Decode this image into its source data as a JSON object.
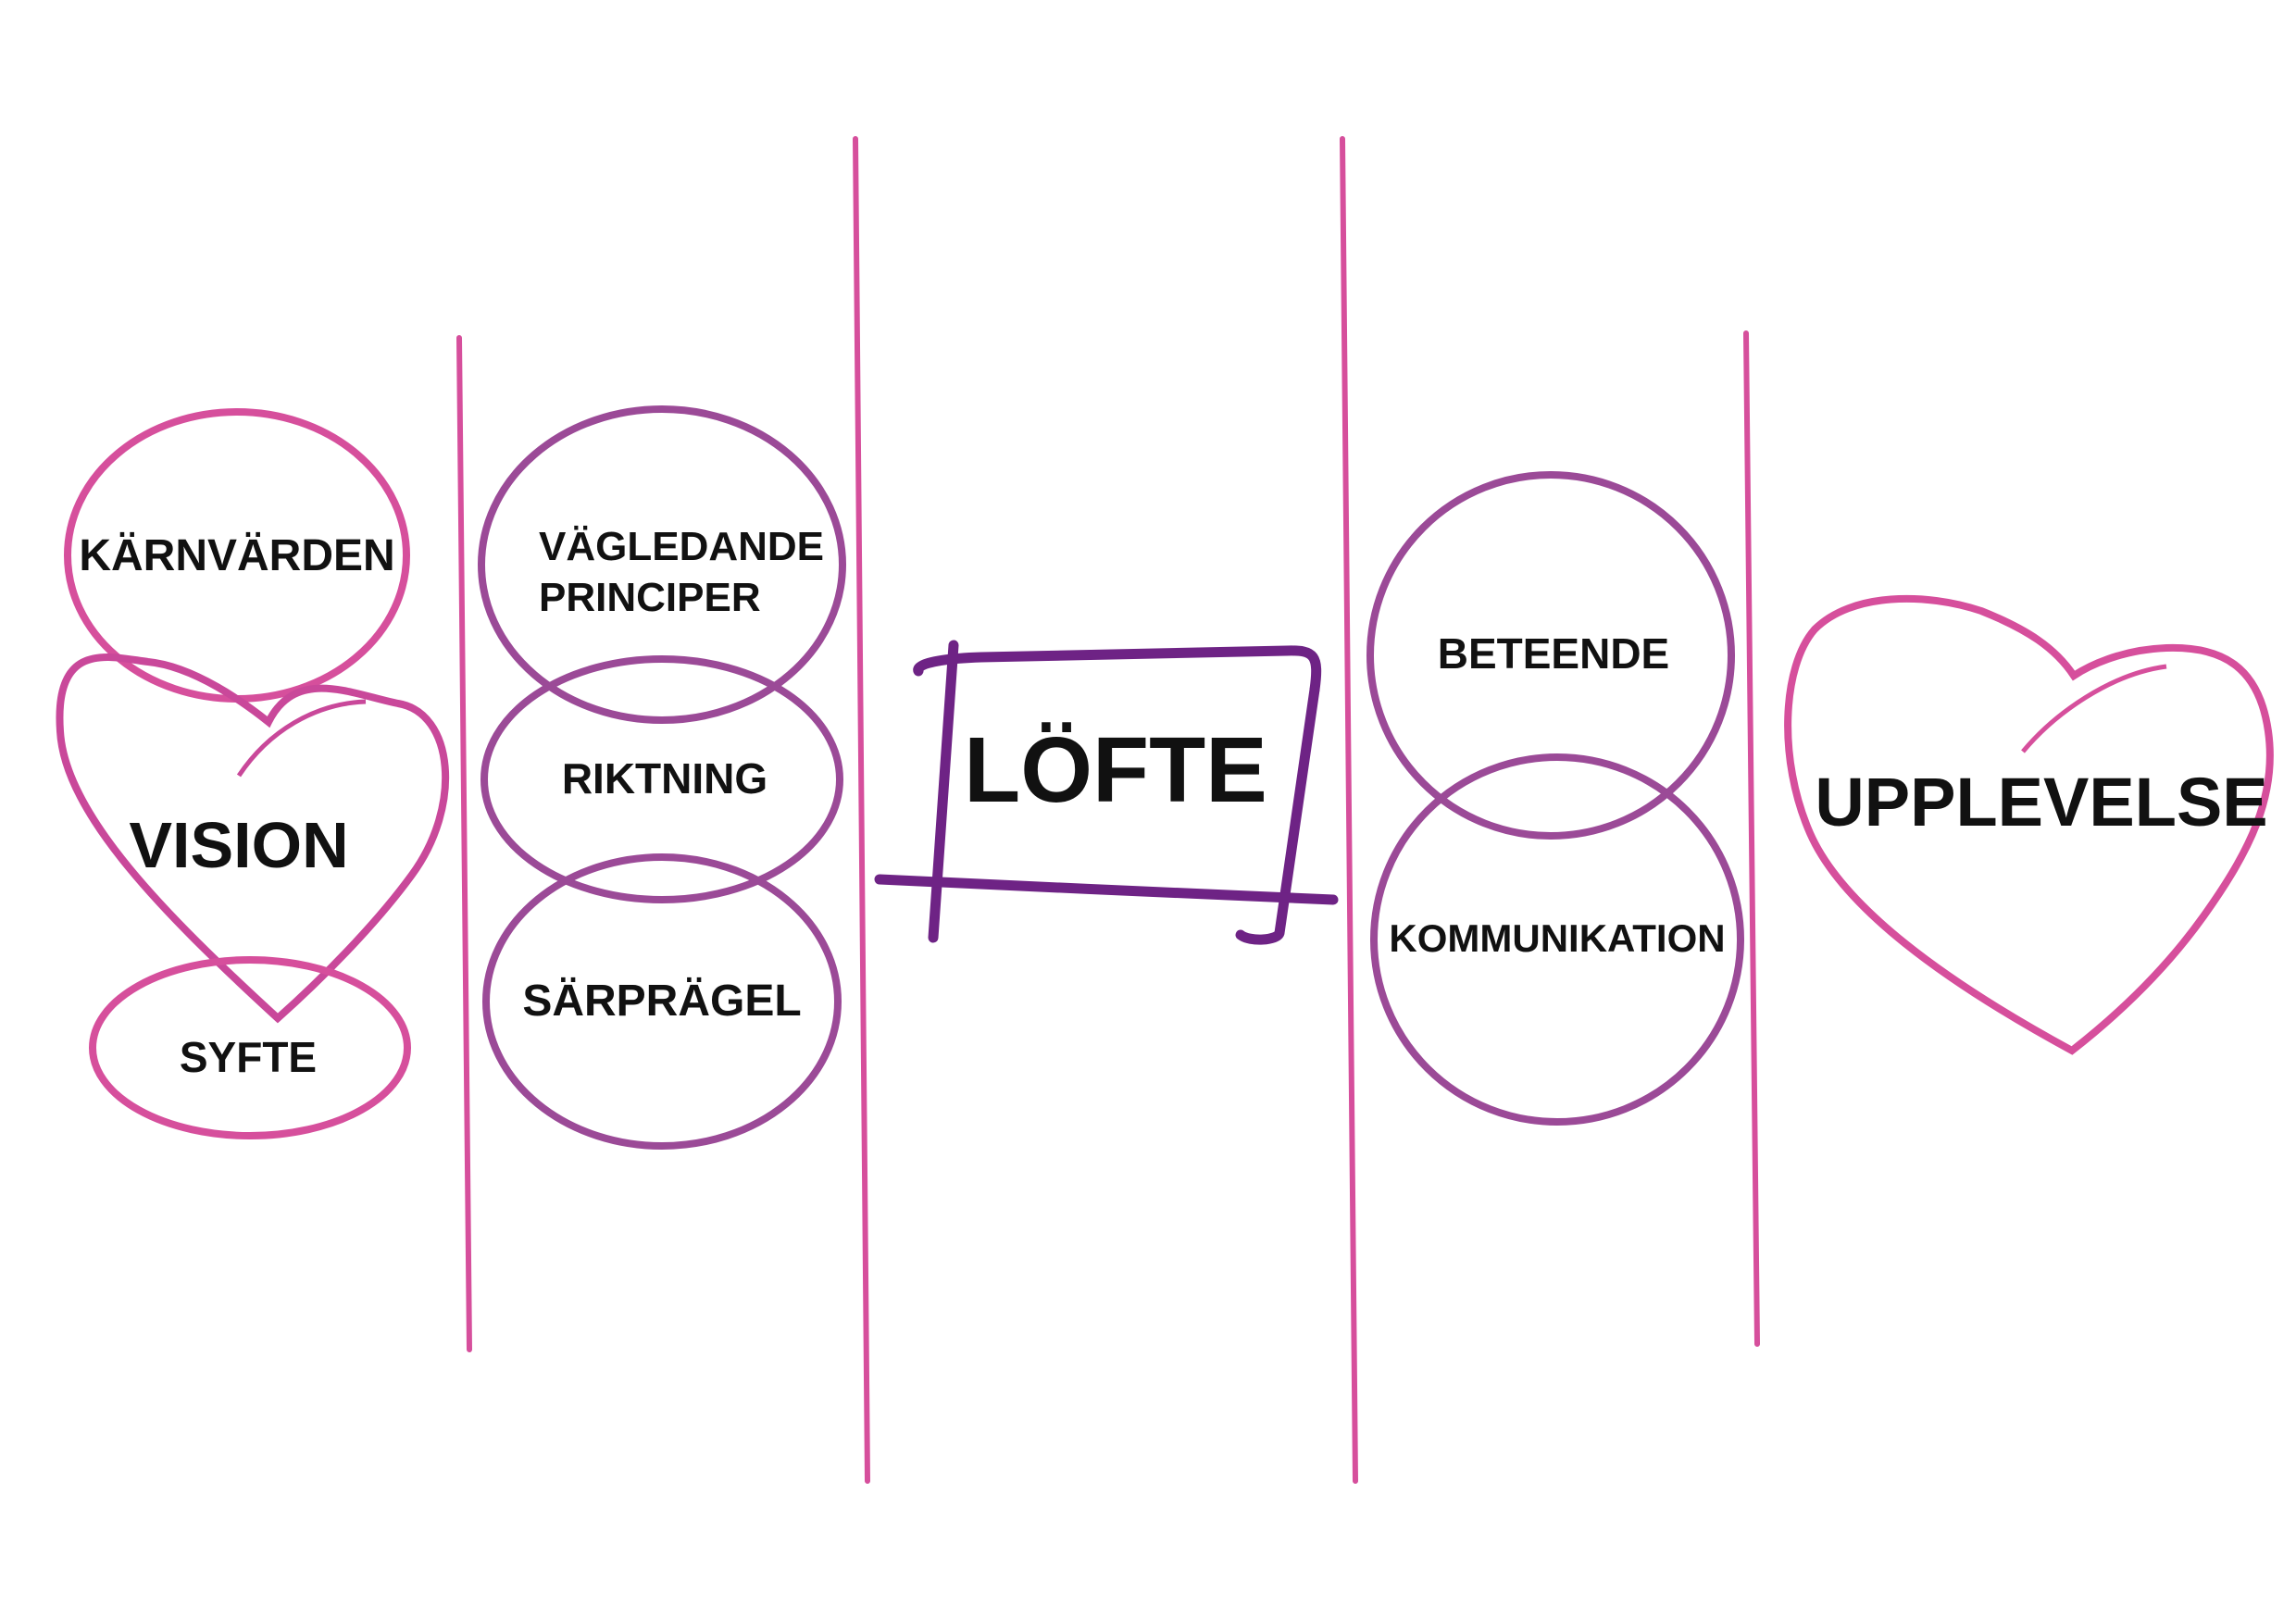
{
  "colors": {
    "pink": "#d64f9c",
    "magenta": "#c9489a",
    "purple": "#9b4a97",
    "deep_purple": "#6e2385",
    "text": "#111111",
    "background": "#ffffff"
  },
  "column1": {
    "karnvarden": "KÄRNVÄRDEN",
    "vision": "VISION",
    "syfte": "SYFTE"
  },
  "column2": {
    "vagledande_line1": "VÄGLEDANDE",
    "vagledande_line2": "PRINCIPER",
    "riktning": "RIKTNING",
    "sarpragel": "SÄRPRÄGEL"
  },
  "center": {
    "lofte": "LÖFTE"
  },
  "column4": {
    "beteende": "BETEENDE",
    "kommunikation": "KOMMUNIKATION"
  },
  "column5": {
    "upplevelse": "UPPLEVELSE"
  }
}
